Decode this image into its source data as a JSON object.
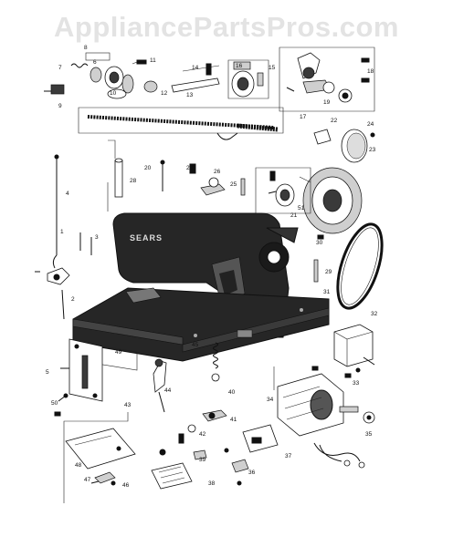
{
  "watermark": "AppliancePartsPros.com",
  "machine_brand": "SEARS",
  "callouts": {
    "c1": "1",
    "c2": "2",
    "c3": "3",
    "c4": "4",
    "c5": "5",
    "c6": "6",
    "c7": "7",
    "c8": "8",
    "c9": "9",
    "c10": "10",
    "c11": "11",
    "c12": "12",
    "c13": "13",
    "c14": "14",
    "c15": "15",
    "c16": "16",
    "c17": "17",
    "c18": "18",
    "c19": "19",
    "c20": "20",
    "c21": "21",
    "c22": "22",
    "c23": "23",
    "c24": "24",
    "c25": "25",
    "c26": "26",
    "c27": "27",
    "c28": "28",
    "c29": "29",
    "c30": "30",
    "c31": "31",
    "c32": "32",
    "c33": "33",
    "c34": "34",
    "c35": "35",
    "c36": "36",
    "c37": "37",
    "c38": "38",
    "c39": "39",
    "c40": "40",
    "c41": "41",
    "c42": "42",
    "c43": "43",
    "c44": "44",
    "c45": "45",
    "c46": "46",
    "c47": "47",
    "c48": "48",
    "c49": "49",
    "c50": "50",
    "c51": "51"
  },
  "colors": {
    "ink": "#111111",
    "machine_body": "#262626",
    "watermark": "#e3e3e3"
  }
}
